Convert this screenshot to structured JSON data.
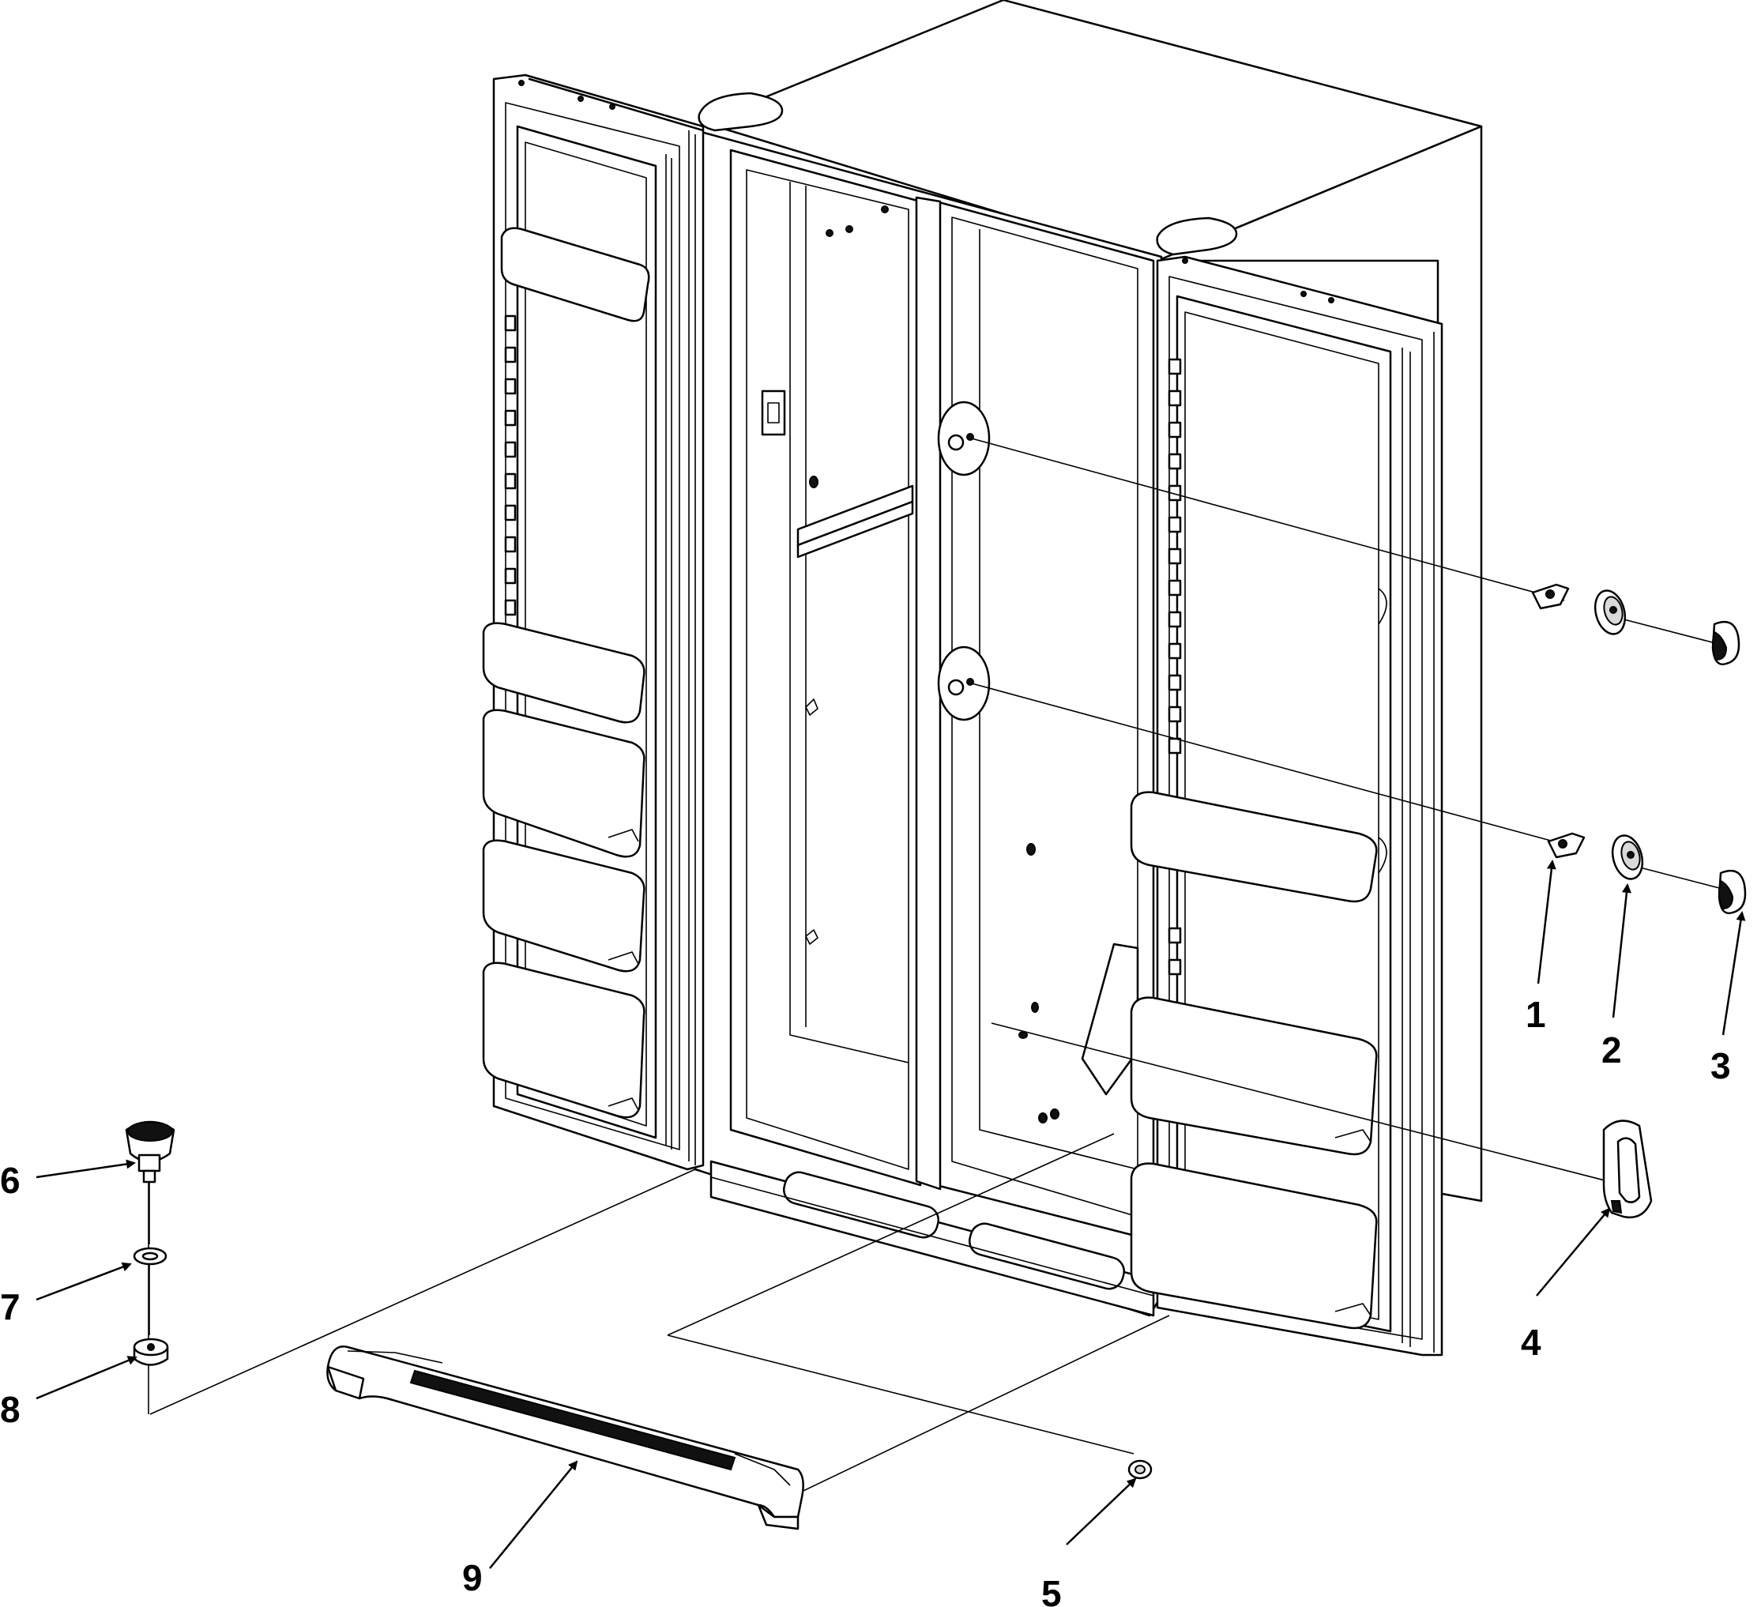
{
  "diagram": {
    "callouts": [
      {
        "id": "1",
        "part": "hinge-clip-upper"
      },
      {
        "id": "2",
        "part": "hinge-cam"
      },
      {
        "id": "3",
        "part": "hinge-cap"
      },
      {
        "id": "4",
        "part": "door-stop-bracket"
      },
      {
        "id": "5",
        "part": "washer"
      },
      {
        "id": "6",
        "part": "leveling-roller"
      },
      {
        "id": "7",
        "part": "washer"
      },
      {
        "id": "8",
        "part": "spacer"
      },
      {
        "id": "9",
        "part": "toe-grille"
      }
    ],
    "labels": {
      "c1": "1",
      "c2": "2",
      "c3": "3",
      "c4": "4",
      "c5": "5",
      "c6": "6",
      "c7": "7",
      "c8": "8",
      "c9": "9"
    }
  }
}
